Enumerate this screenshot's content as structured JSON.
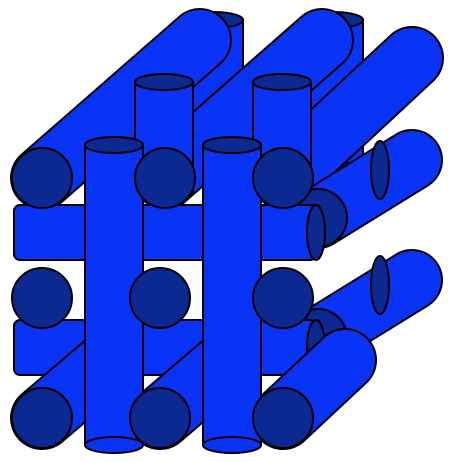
{
  "figure": {
    "subject": "",
    "colors": {
      "rod_body": "#0a34f5",
      "rod_end": "#0c2891",
      "outline": "#000000",
      "background": "#ffffff"
    },
    "layers": [
      {
        "orientation": "vertical-rods",
        "rows": 2,
        "columns": 2
      },
      {
        "orientation": "diagonal-rods",
        "count": 3
      },
      {
        "orientation": "horizontal-rods",
        "count": 3
      }
    ]
  }
}
